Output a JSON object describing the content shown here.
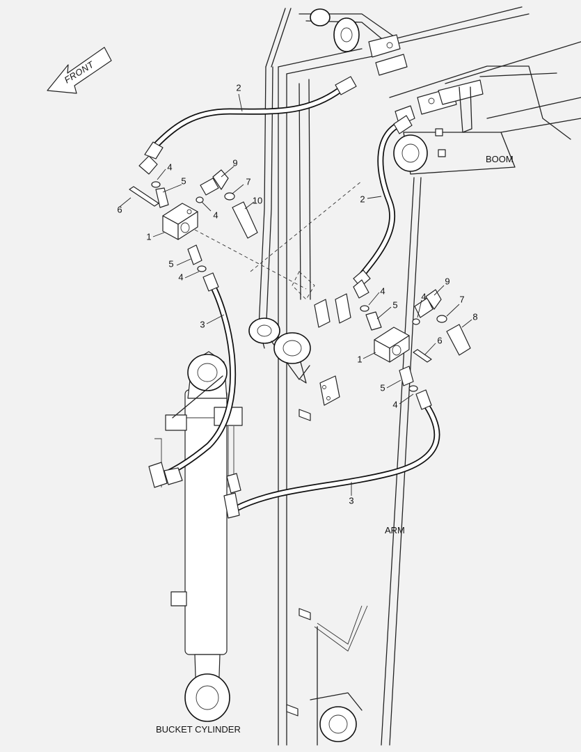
{
  "labels": {
    "front": "FRONT",
    "boom": "BOOM",
    "arm": "ARM",
    "bucket_cylinder": "BUCKET CYLINDER"
  },
  "callouts": {
    "c1a": "1",
    "c1b": "1",
    "c2a": "2",
    "c2b": "2",
    "c3a": "3",
    "c3b": "3",
    "c4a": "4",
    "c4b": "4",
    "c4c": "4",
    "c4d": "4",
    "c4e": "4",
    "c4f": "4",
    "c5a": "5",
    "c5b": "5",
    "c5c": "5",
    "c5d": "5",
    "c6a": "6",
    "c6b": "6",
    "c7a": "7",
    "c7b": "7",
    "c8": "8",
    "c9a": "9",
    "c9b": "9",
    "c10": "10"
  }
}
